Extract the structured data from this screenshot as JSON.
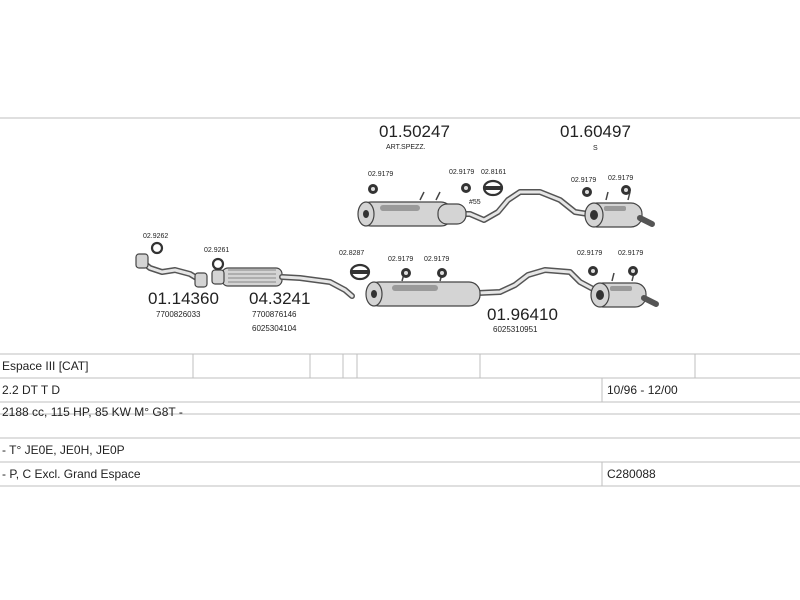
{
  "parts": {
    "p1": {
      "number": "01.50247",
      "sub": "ART.SPEZZ."
    },
    "p2": {
      "number": "01.60497",
      "sub": "S"
    },
    "p3": {
      "number": "01.14360",
      "sub": "7700826033"
    },
    "p4": {
      "number": "04.3241",
      "sub1": "7700876146",
      "sub2": "6025304104"
    },
    "p5": {
      "number": "01.96410",
      "sub": "6025310951"
    }
  },
  "small_labels": {
    "a": "02.9179",
    "b": "02.9179",
    "c": "02.8161",
    "d": "#55",
    "e": "02.9179",
    "f": "02.9179",
    "g": "02.9262",
    "h": "02.9261",
    "i": "02.8287",
    "j": "02.9179",
    "k": "02.9179",
    "l": "02.9179",
    "m": "02.9179"
  },
  "table": {
    "model": "Espace III  [CAT]",
    "engine": "2.2 DT T D",
    "years": "10/96 - 12/00",
    "spec": "2188 cc, 115 HP, 85 KW M° G8T -",
    "types": "- T° JE0E, JE0H, JE0P",
    "variant": "- P, C Excl. Grand Espace",
    "code": "C280088"
  }
}
